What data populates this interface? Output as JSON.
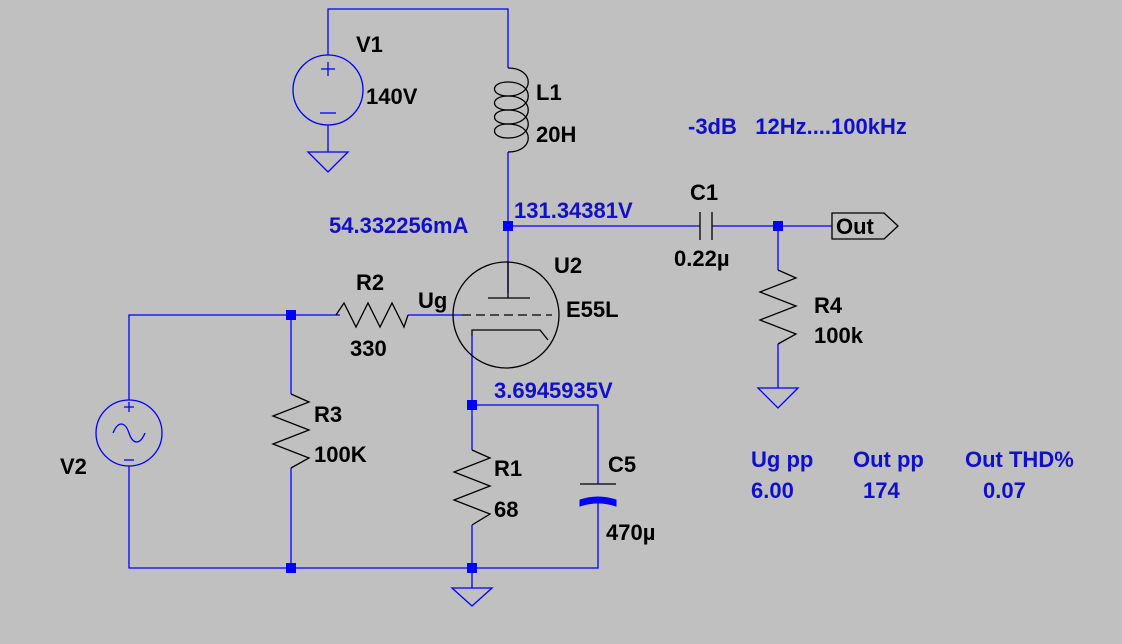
{
  "components": {
    "v1": {
      "name": "V1",
      "value": "140V"
    },
    "l1": {
      "name": "L1",
      "value": "20H"
    },
    "c1": {
      "name": "C1",
      "value": "0.22µ"
    },
    "r4": {
      "name": "R4",
      "value": "100k"
    },
    "u2": {
      "name": "U2",
      "value": "E55L"
    },
    "r2": {
      "name": "R2",
      "value": "330"
    },
    "r3": {
      "name": "R3",
      "value": "100K"
    },
    "r1": {
      "name": "R1",
      "value": "68"
    },
    "c5": {
      "name": "C5",
      "value": "470µ"
    },
    "v2": {
      "name": "V2"
    }
  },
  "nets": {
    "ug": "Ug",
    "out": "Out"
  },
  "annotations": {
    "bandwidth": "-3dB   12Hz....100kHz",
    "anode_current": "54.332256mA",
    "anode_voltage": "131.34381V",
    "cathode_voltage": "3.6945935V"
  },
  "measurements": {
    "headers": [
      "Ug pp",
      "Out pp",
      "Out THD%"
    ],
    "values": [
      "6.00",
      "174",
      "0.07"
    ]
  },
  "colors": {
    "background": "#c0c0c0",
    "wire": "#0000ff",
    "component": "#000000",
    "annotation": "#1010c8"
  }
}
